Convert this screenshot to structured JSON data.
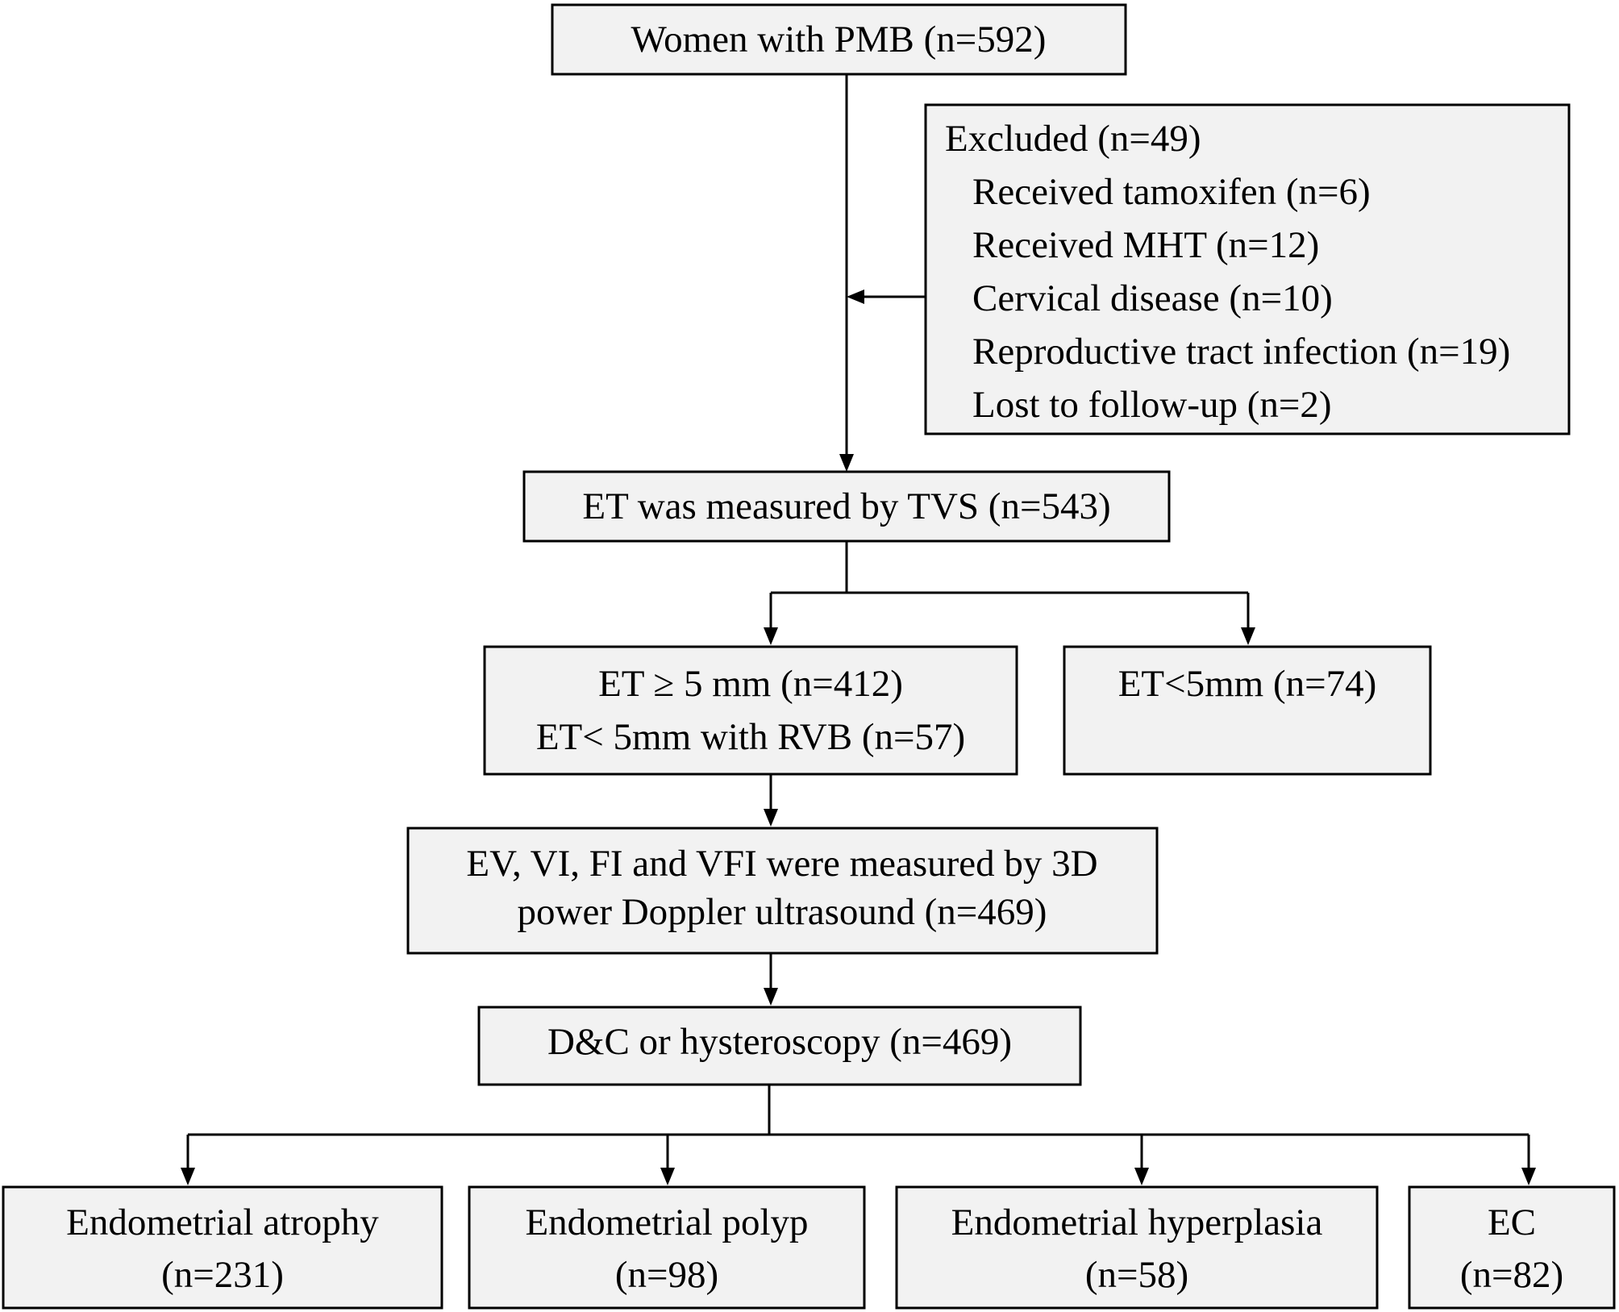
{
  "nodes": {
    "women": [
      "Women with PMB (n=592)"
    ],
    "excluded_title": "Excluded (n=49)",
    "excluded_items": [
      "Received tamoxifen (n=6)",
      "Received MHT (n=12)",
      "Cervical disease (n=10)",
      "Reproductive tract infection (n=19)",
      "Lost to follow-up (n=2)"
    ],
    "tvs": [
      "ET was measured by TVS (n=543)"
    ],
    "et_ge5": [
      "ET ≥ 5 mm (n=412)",
      "ET< 5mm with RVB (n=57)"
    ],
    "et_lt5": [
      "ET<5mm (n=74)"
    ],
    "doppler": [
      "EV, VI, FI and VFI were measured by 3D",
      "power Doppler ultrasound (n=469)"
    ],
    "dc": [
      "D&C or hysteroscopy (n=469)"
    ],
    "atrophy": [
      "Endometrial atrophy",
      "(n=231)"
    ],
    "polyp": [
      "Endometrial polyp",
      "(n=98)"
    ],
    "hyperplasia": [
      "Endometrial hyperplasia",
      "(n=58)"
    ],
    "ec": [
      "EC",
      "(n=82)"
    ]
  },
  "colors": {
    "box_fill": "#f2f2f2",
    "stroke": "#000000"
  }
}
